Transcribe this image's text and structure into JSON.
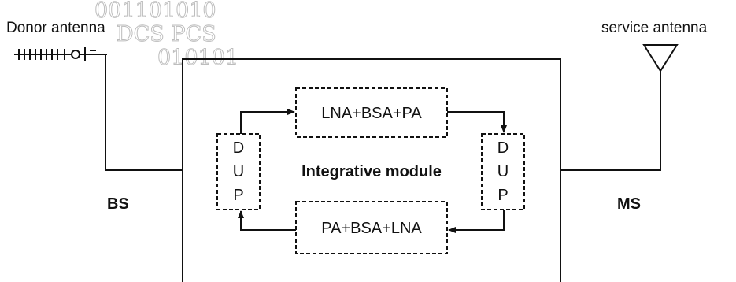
{
  "labels": {
    "donor_antenna": "Donor antenna",
    "service_antenna": "service antenna",
    "bs": "BS",
    "ms": "MS",
    "module": "Integrative module",
    "top_amp": "LNA+BSA+PA",
    "bottom_amp": "PA+BSA+LNA",
    "dup_letters": [
      "D",
      "U",
      "P"
    ]
  },
  "watermark": {
    "line1": "001101010",
    "line2": "DCS PCS",
    "line3": "010101"
  },
  "colors": {
    "ink": "#111111",
    "background": "#ffffff",
    "watermark": "#bdbdbd"
  }
}
